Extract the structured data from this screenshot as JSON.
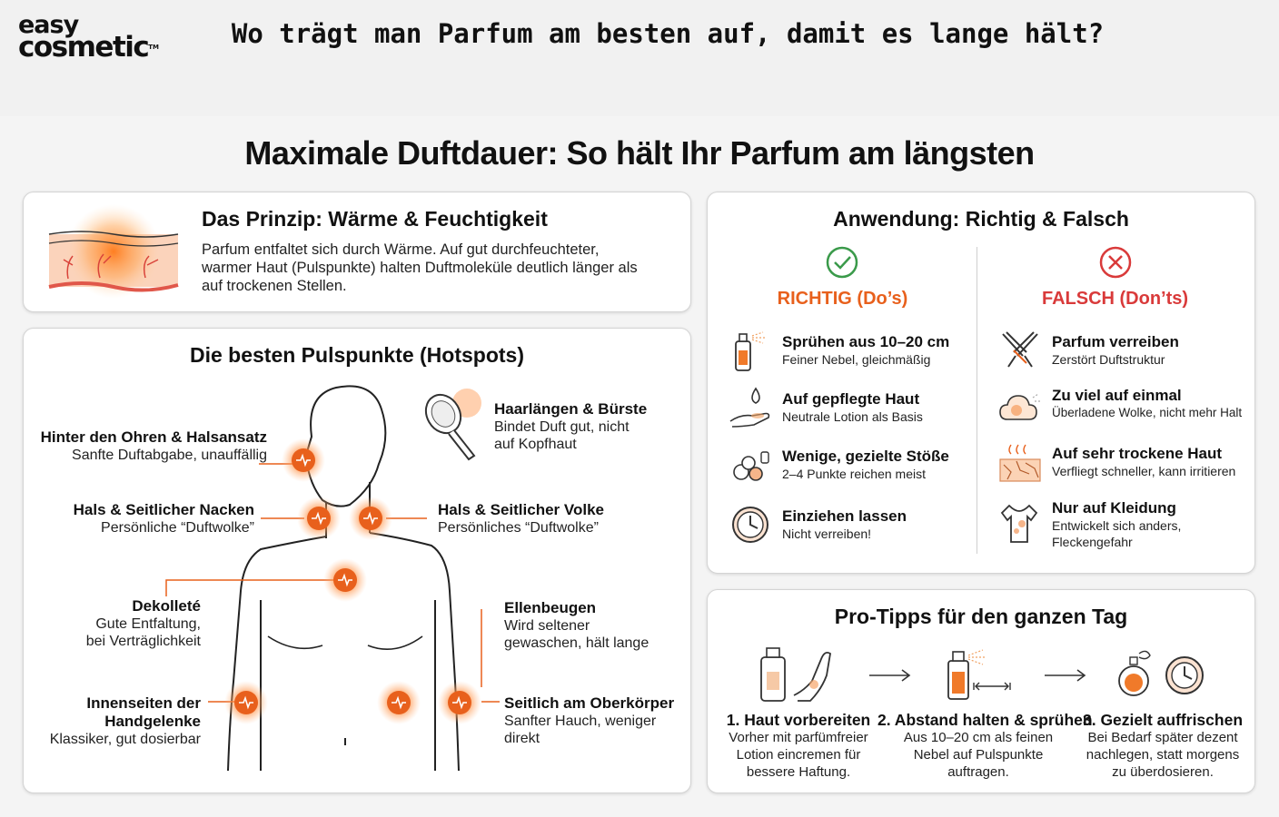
{
  "header": {
    "logo_line1": "easy",
    "logo_line2": "cosmetic",
    "logo_tm": "TM",
    "page_title": "Wo trägt man Parfum am besten auf, damit es lange hält?"
  },
  "infographic": {
    "title": "Maximale Duftdauer: So hält Ihr Parfum am längsten",
    "principle": {
      "title": "Das Prinzip: Wärme & Feuchtigkeit",
      "text": "Parfum entfaltet sich durch Wärme. Auf gut durchfeuchteter, warmer Haut (Pulspunkte) halten Duftmoleküle deutlich länger als auf trockenen Stellen."
    },
    "hotspots": {
      "title": "Die besten Pulspunkte (Hotspots)",
      "labels": [
        {
          "title": "Hinter den Ohren & Halsansatz",
          "text": "Sanfte Duftabgabe, unauffällig"
        },
        {
          "title": "Hals & Seitlicher Nacken",
          "text": "Persönliche “Duftwolke”"
        },
        {
          "title": "Dekolleté",
          "text": "Gute Entfaltung,\nbei Verträglichkeit"
        },
        {
          "title": "Innenseiten der\nHandgelenke",
          "text": "Klassiker, gut dosierbar"
        },
        {
          "title": "Haarlängen & Bürste",
          "text": "Bindet Duft gut, nicht\nauf Kopfhaut"
        },
        {
          "title": "Hals & Seitlicher Volke",
          "text": "Persönliches “Duftwolke”"
        },
        {
          "title": "Ellenbeugen",
          "text": "Wird seltener\ngewaschen, hält lange"
        },
        {
          "title": "Seitlich am Oberkörper",
          "text": "Sanfter Hauch, weniger\ndirekt"
        }
      ]
    },
    "application": {
      "title": "Anwendung: Richtig & Falsch",
      "dos_title": "RICHTIG (Do’s)",
      "donts_title": "FALSCH (Don’ts)",
      "dos": [
        {
          "title": "Sprühen aus 10–20 cm",
          "text": "Feiner Nebel, gleichmäßig",
          "icon": "spray-bottle-icon"
        },
        {
          "title": "Auf gepflegte Haut",
          "text": "Neutrale Lotion als Basis",
          "icon": "lotion-hand-icon"
        },
        {
          "title": "Wenige, gezielte Stöße",
          "text": "2–4 Punkte reichen meist",
          "icon": "spray-puffs-icon"
        },
        {
          "title": "Einziehen lassen",
          "text": "Nicht verreiben!",
          "icon": "clock-icon"
        }
      ],
      "donts": [
        {
          "title": "Parfum verreiben",
          "text": "Zerstört Duftstruktur",
          "icon": "rubbing-wrists-icon"
        },
        {
          "title": "Zu viel auf einmal",
          "text": "Überladene Wolke, nicht mehr Halt",
          "icon": "cloud-icon"
        },
        {
          "title": "Auf sehr trockene Haut",
          "text": "Verfliegt schneller, kann irritieren",
          "icon": "dry-skin-icon"
        },
        {
          "title": "Nur auf Kleidung",
          "text": "Entwickelt sich anders,\nFleckengefahr",
          "icon": "tshirt-icon"
        }
      ]
    },
    "tips": {
      "title": "Pro-Tipps für den ganzen Tag",
      "steps": [
        {
          "title": "1. Haut vorbereiten",
          "text": "Vorher mit parfümfreier\nLotion eincremen für\nbessere Haftung."
        },
        {
          "title": "2. Abstand halten & sprühen",
          "text": "Aus 10–20 cm als feinen\nNebel auf Pulspunkte\nauftragen."
        },
        {
          "title": "3. Gezielt auffrischen",
          "text": "Bei Bedarf später dezent\nnachlegen, statt morgens\nzu überdosieren."
        }
      ]
    },
    "colors": {
      "accent": "#e8601c",
      "check": "#3a9a4a",
      "cross": "#d93a3a"
    }
  }
}
